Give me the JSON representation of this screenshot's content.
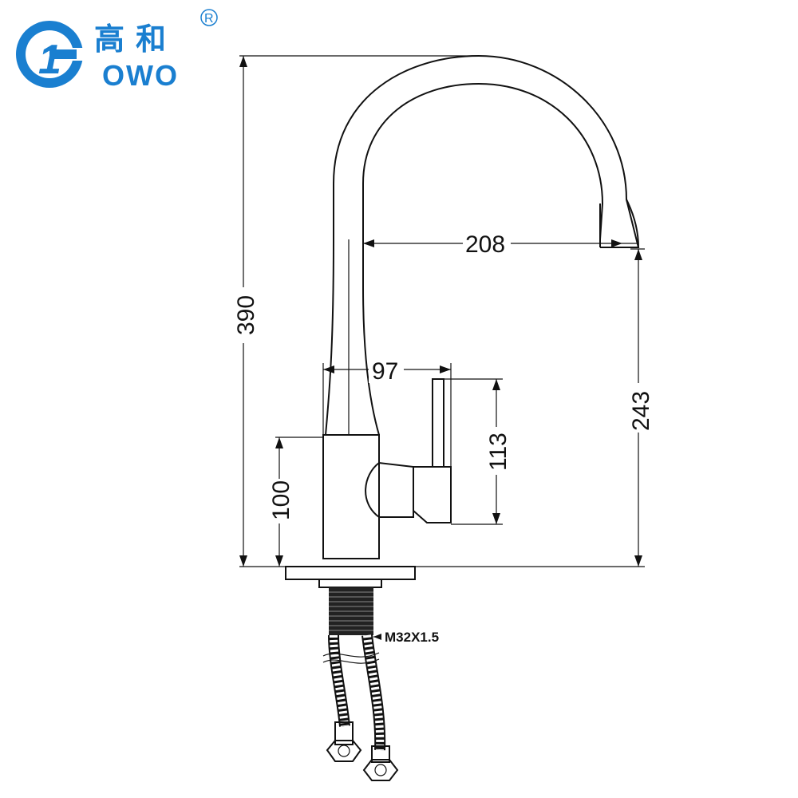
{
  "logo": {
    "symbol": "1",
    "chinese_name": "高和",
    "latin_name": "OWO",
    "registered_mark": "R",
    "color": "#1a7fd0"
  },
  "dimensions": {
    "total_height": "390",
    "spout_reach": "208",
    "spout_clearance": "243",
    "handle_offset": "97",
    "handle_height": "113",
    "body_height": "100"
  },
  "thread_spec": "M32X1.5",
  "line_color": "#111111"
}
